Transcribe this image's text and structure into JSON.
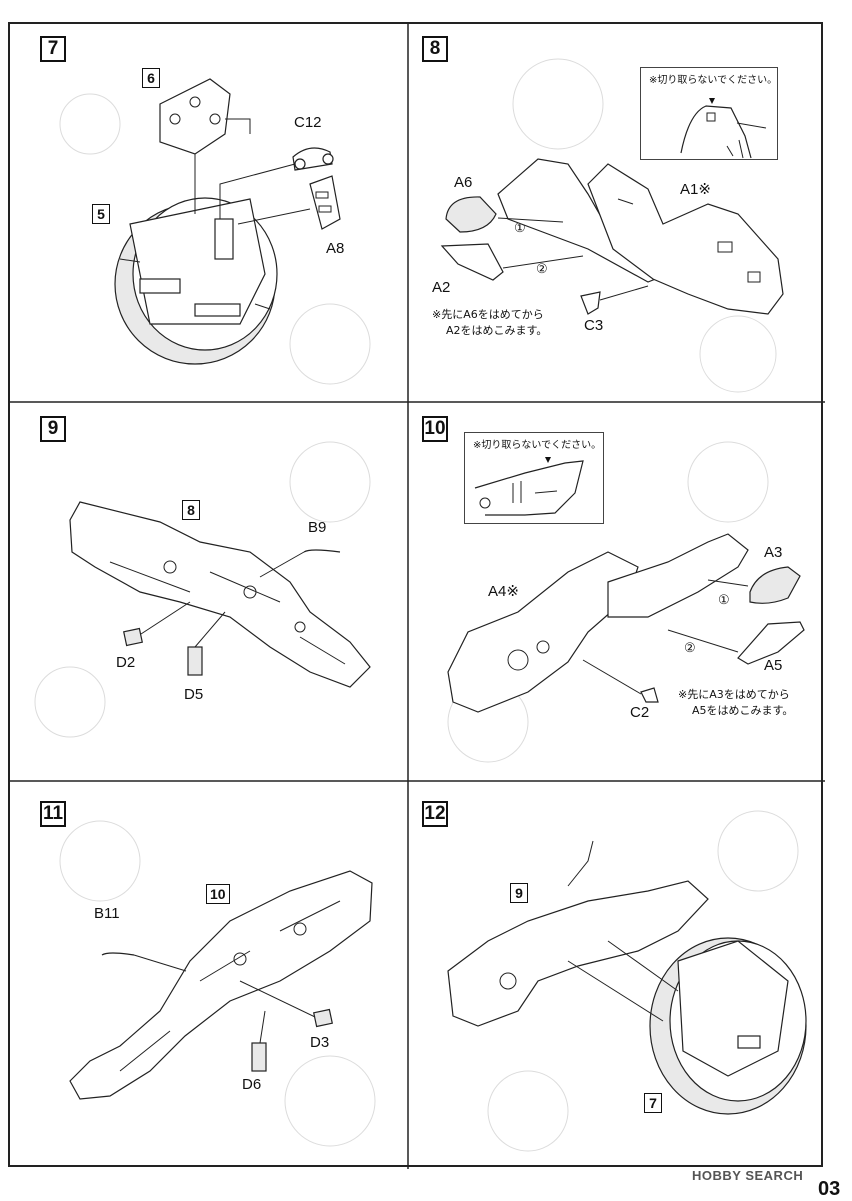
{
  "steps": {
    "s7": {
      "number": "7",
      "refs": [
        "6",
        "5"
      ],
      "parts": [
        "C12",
        "A8"
      ]
    },
    "s8": {
      "number": "8",
      "inset_note": "※切り取らないでください。",
      "parts": [
        "A6",
        "A1※",
        "A2",
        "C3"
      ],
      "order": [
        "①",
        "②"
      ],
      "note_line1": "※先にA6をはめてから",
      "note_line2": "A2をはめこみます。"
    },
    "s9": {
      "number": "9",
      "refs": [
        "8"
      ],
      "parts": [
        "B9",
        "D2",
        "D5"
      ]
    },
    "s10": {
      "number": "10",
      "inset_note": "※切り取らないでください。",
      "parts": [
        "A3",
        "A4※",
        "A5",
        "C2"
      ],
      "order": [
        "①",
        "②"
      ],
      "note_line1": "※先にA3をはめてから",
      "note_line2": "A5をはめこみます。"
    },
    "s11": {
      "number": "11",
      "refs": [
        "10"
      ],
      "parts": [
        "B11",
        "D3",
        "D6"
      ]
    },
    "s12": {
      "number": "12",
      "refs": [
        "9",
        "7"
      ]
    }
  },
  "footer": {
    "logo": "HOBBY SEARCH",
    "page_number": "03"
  }
}
